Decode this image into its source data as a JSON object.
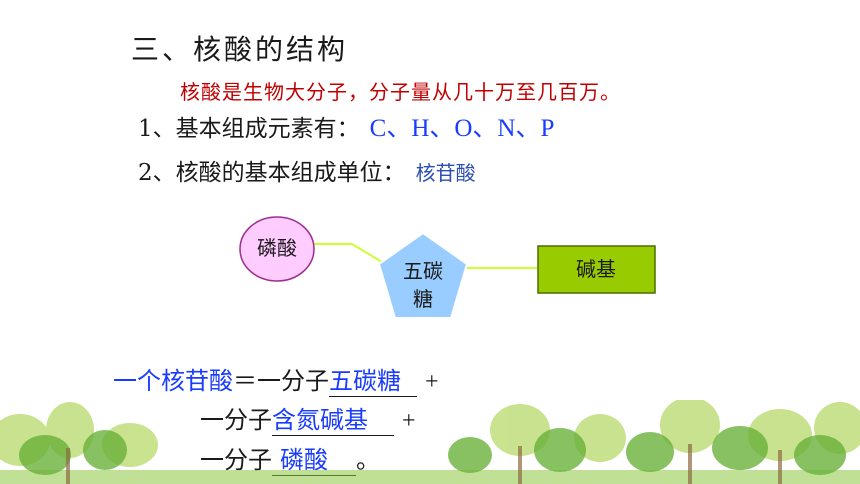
{
  "slide": {
    "title": "三、核酸的结构",
    "subtitle": "核酸是生物大分子，分子量从几十万至几百万。",
    "point1_label": "1、基本组成元素有：",
    "point1_value": "C、H、O、N、P",
    "point2_label": "2、核酸的基本组成单位：",
    "point2_value": "核苷酸"
  },
  "diagram": {
    "phosphate": "磷酸",
    "sugar_line1": "五碳",
    "sugar_line2": "糖",
    "base": "碱基",
    "colors": {
      "phosphate_fill": "#ffccff",
      "sugar_fill": "#99ccff",
      "base_fill": "#99cc00",
      "connector": "#ccff33"
    }
  },
  "equation": {
    "lhs": "一个核苷酸",
    "eq_sign": "＝",
    "part1_prefix": "一分子",
    "part1_fill": "五碳糖",
    "plus1": "+",
    "part2_prefix": "一分子",
    "part2_fill": "含氮碱基",
    "plus2": "+",
    "part3_prefix": "一分子",
    "part3_fill": "磷酸",
    "end": "。"
  }
}
